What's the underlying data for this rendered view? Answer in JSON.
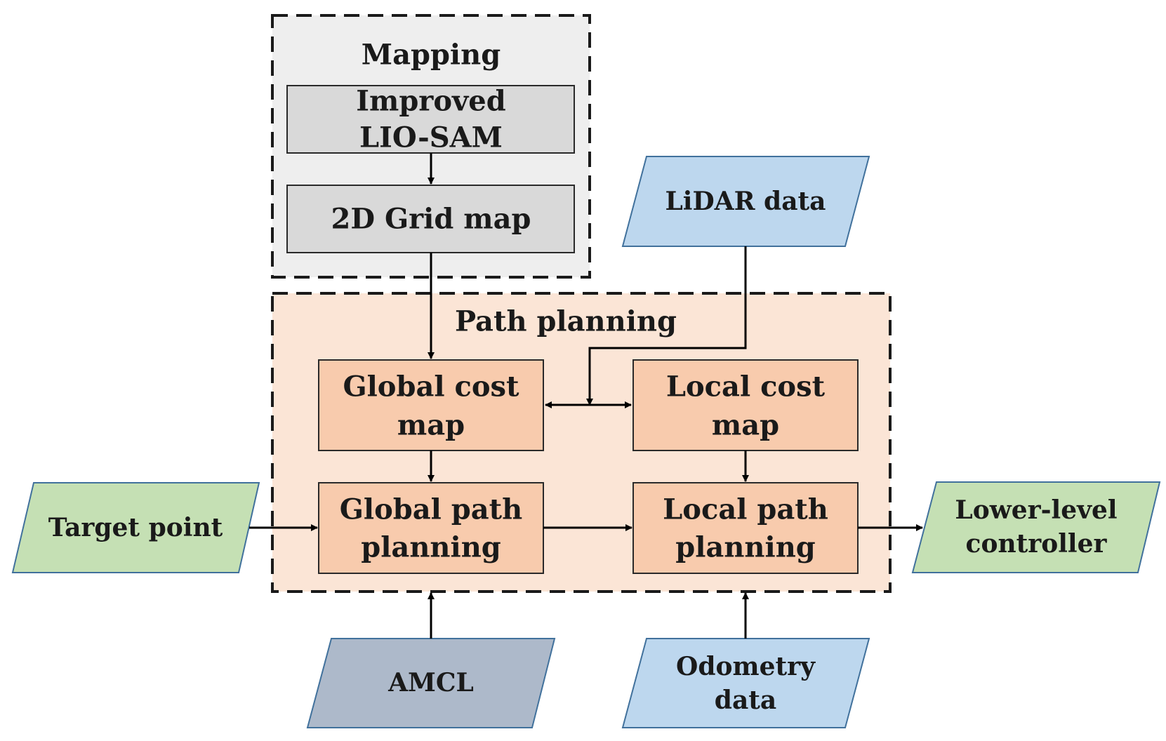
{
  "groups": {
    "mapping": {
      "title": "Mapping"
    },
    "path_planning": {
      "title": "Path planning"
    }
  },
  "boxes": {
    "improved_lio_sam": {
      "line1": "Improved",
      "line2": "LIO-SAM"
    },
    "grid_map": {
      "line1": "2D Grid map"
    },
    "global_cost_map": {
      "line1": "Global cost",
      "line2": "map"
    },
    "local_cost_map": {
      "line1": "Local cost",
      "line2": "map"
    },
    "global_path_planning": {
      "line1": "Global path",
      "line2": "planning"
    },
    "local_path_planning": {
      "line1": "Local path",
      "line2": "planning"
    }
  },
  "inputs": {
    "lidar_data": {
      "line1": "LiDAR data"
    },
    "target_point": {
      "line1": "Target point"
    },
    "amcl": {
      "line1": "AMCL"
    },
    "odometry_data": {
      "line1": "Odometry",
      "line2": "data"
    },
    "lower_level_controller": {
      "line1": "Lower-level",
      "line2": "controller"
    }
  },
  "colors": {
    "mapping_bg": "#eeeeee",
    "mapping_box": "#d9d9d9",
    "planning_bg": "#fbe5d6",
    "planning_box": "#f8cbad",
    "lidar_odometry": "#bdd7ee",
    "target_controller": "#c5e0b4",
    "amcl": "#adb9ca"
  }
}
